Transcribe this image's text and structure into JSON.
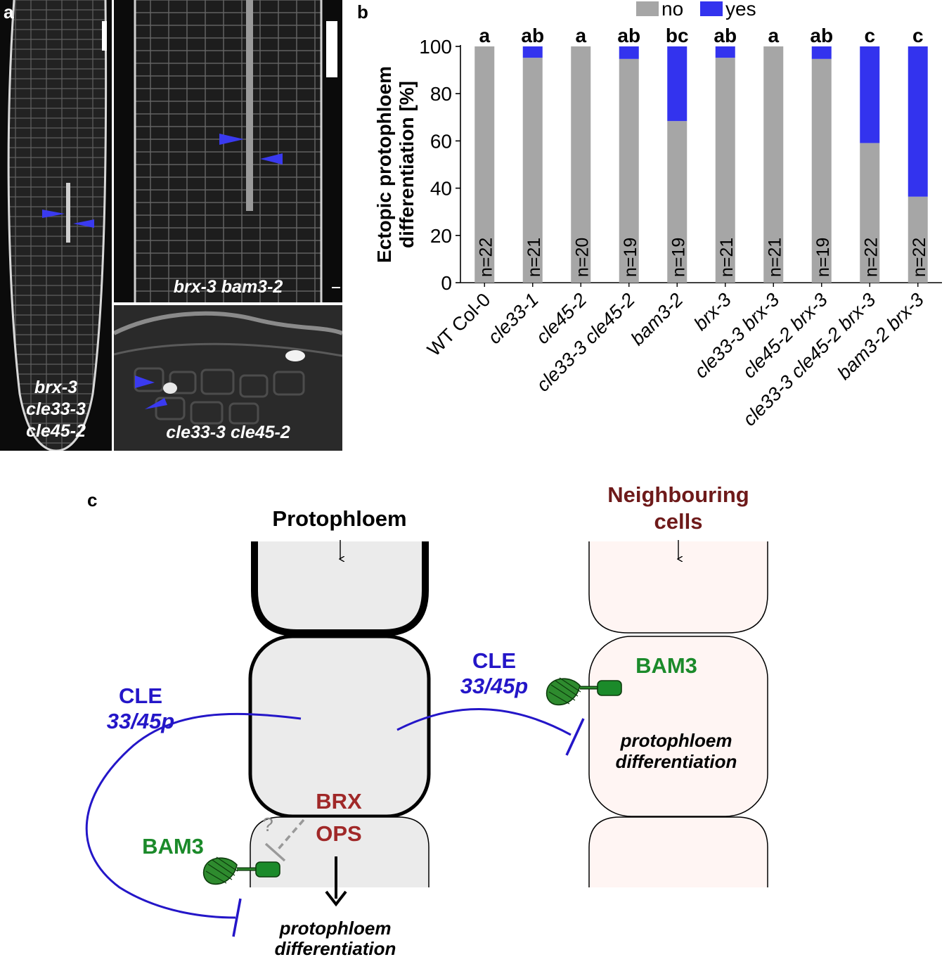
{
  "panels": {
    "a": "a",
    "b": "b",
    "c": "c"
  },
  "panel_a": {
    "image1_label_lines": [
      "brx-3",
      "cle33-3",
      "cle45-2"
    ],
    "image2_label": "brx-3 bam3-2",
    "image3_label": "cle33-3 cle45-2"
  },
  "chart_data": {
    "type": "bar",
    "stacked": true,
    "ylabel_lines": [
      "Ectopic protophloem",
      "differentiation [%]"
    ],
    "ylim": [
      0,
      100
    ],
    "yticks": [
      0,
      20,
      40,
      60,
      80,
      100
    ],
    "categories": [
      "WT Col-0",
      "cle33-1",
      "cle45-2",
      "cle33-3 cle45-2",
      "bam3-2",
      "brx-3",
      "cle33-3 brx-3",
      "cle45-2 brx-3",
      "cle33-3 cle45-2 brx-3",
      "bam3-2 brx-3"
    ],
    "category_italic": [
      false,
      true,
      true,
      true,
      true,
      true,
      true,
      true,
      true,
      true
    ],
    "series": [
      {
        "name": "no",
        "color": "#a6a6a6",
        "values": [
          100,
          95.2,
          100,
          94.7,
          68.4,
          95.2,
          100,
          94.7,
          59.1,
          36.4
        ]
      },
      {
        "name": "yes",
        "color": "#3333ee",
        "values": [
          0,
          4.8,
          0,
          5.3,
          31.6,
          4.8,
          0,
          5.3,
          40.9,
          63.6
        ]
      }
    ],
    "n_labels": [
      "n=22",
      "n=21",
      "n=20",
      "n=19",
      "n=19",
      "n=21",
      "n=21",
      "n=19",
      "n=22",
      "n=22"
    ],
    "significance": [
      "a",
      "ab",
      "a",
      "ab",
      "bc",
      "ab",
      "a",
      "ab",
      "c",
      "c"
    ],
    "legend_position": "top"
  },
  "panel_c": {
    "title_left": "Protophloem",
    "title_right_lines": [
      "Neighbouring",
      "cells"
    ],
    "cle_left": "CLE",
    "peptide_left": "33/45p",
    "cle_right": "CLE",
    "peptide_right": "33/45p",
    "bam3_left": "BAM3",
    "bam3_right": "BAM3",
    "brx": "BRX",
    "ops": "OPS",
    "question": "?",
    "right_cell_text": [
      "protophloem",
      "differentiation"
    ],
    "bottom_text": [
      "protophloem",
      "differentiation"
    ],
    "colors": {
      "cle": "#2416c8",
      "bam3": "#1b8a2a",
      "brx_ops": "#a02828",
      "neighbour_title": "#6e1a1a",
      "cell_fill_left": "#ebebeb",
      "cell_fill_right": "#fff5f3"
    }
  }
}
